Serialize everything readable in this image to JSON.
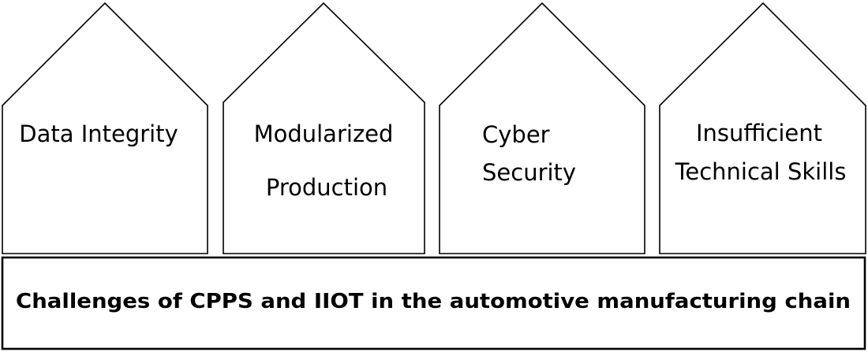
{
  "pillars": [
    {
      "lines": [
        "Data Integrity"
      ]
    },
    {
      "lines": [
        "Modularized",
        "Production"
      ]
    },
    {
      "lines": [
        "Cyber",
        "Security"
      ]
    },
    {
      "lines": [
        "Insufficient",
        "Technical Skills"
      ]
    }
  ],
  "base": {
    "label": "Challenges of CPPS and IIOT in the automotive manufacturing chain"
  },
  "colors": {
    "stroke": "#000000",
    "fill": "#ffffff",
    "text": "#000000"
  }
}
